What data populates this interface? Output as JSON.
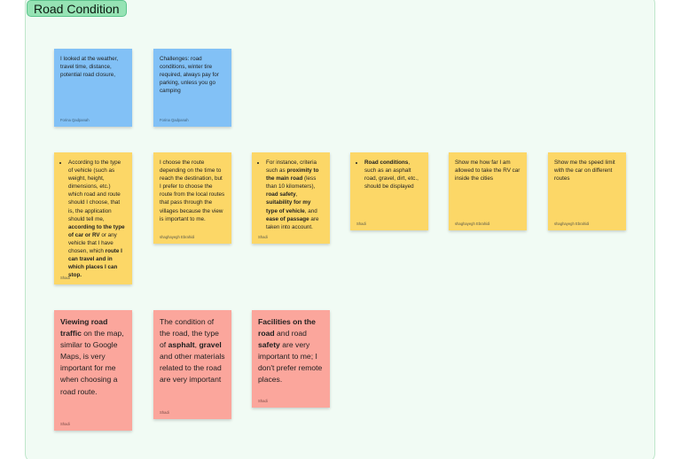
{
  "section": {
    "title": "Road Condition"
  },
  "notes": {
    "n1": {
      "text": "I looked at the weather, travel time, distance, potential road closure,",
      "author": "Forina Qadpanah"
    },
    "n2": {
      "text": "Challenges: road conditions, winter tire required, always pay for parking, unless you go camping",
      "author": "Forina Qadpanah"
    },
    "n3": {
      "t1": "According to the type of vehicle (such as weight, height, dimensions, etc.) which road and route should I choose, that is, the application should tell me, ",
      "b1": "according to the type of car or RV",
      "t2": " or any vehicle that I have chosen, which ",
      "b2": "route I can travel and in which places I can stop.",
      "author": "Shadi"
    },
    "n4": {
      "text": "I choose the route depending on the time to reach the destination, but I prefer to choose the route from the local routes that pass through the villages because the view is important to me.",
      "author": "shaghayegh Ebrahidi"
    },
    "n5": {
      "t1": "For instance, criteria such as ",
      "b1": "proximity to the main road",
      "t2": " (less than 10 kilometers), ",
      "b2": "road safety",
      "t3": ", ",
      "b3": "suitability for my type of vehicle",
      "t4": ", and ",
      "b4": "ease of passage",
      "t5": " are taken into account.",
      "author": "Shadi"
    },
    "n6": {
      "b1": "Road conditions",
      "t1": ", such as an asphalt road, gravel, dirt, etc., should be displayed",
      "author": "Shadi"
    },
    "n7": {
      "text": "Show me how far I am allowed to take the RV car inside the cities",
      "author": "shaghayegh Ebrahidi"
    },
    "n8": {
      "text": "Show me the speed limit with the car on different routes",
      "author": "shaghayegh Ebrahidi"
    },
    "n9": {
      "b1": "Viewing road traffic",
      "t1": " on the map, similar to Google Maps, is very important for me when choosing a road route.",
      "author": "Shadi"
    },
    "n10": {
      "t1": "The condition of the road, the type of ",
      "b1": "asphalt",
      "t2": ", ",
      "b2": "gravel",
      "t3": " and other materials related to the road are very important",
      "author": "Shadi"
    },
    "n11": {
      "b1": "Facilities on the road",
      "t1": " and road ",
      "b2": "safety",
      "t2": " are very important to me; I don't prefer remote places.",
      "author": "Shadi"
    }
  }
}
